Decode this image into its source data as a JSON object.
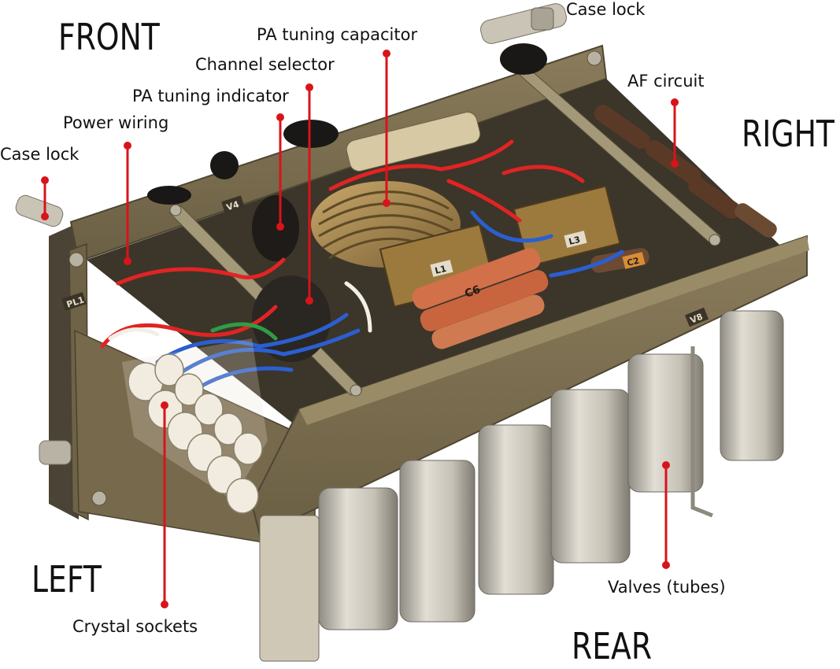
{
  "orientation_labels": {
    "front": "FRONT",
    "right": "RIGHT",
    "left": "LEFT",
    "rear": "REAR"
  },
  "callouts": {
    "case_lock_top": "Case lock",
    "case_lock_left": "Case lock",
    "pa_tuning_capacitor": "PA tuning capacitor",
    "channel_selector": "Channel selector",
    "pa_tuning_indicator": "PA tuning indicator",
    "power_wiring": "Power wiring",
    "af_circuit": "AF circuit",
    "crystal_sockets": "Crystal sockets",
    "valves": "Valves (tubes)"
  },
  "component_markings": {
    "pl1": "PL1",
    "v4": "V4",
    "v8": "V8",
    "l1": "L1",
    "l3": "L3",
    "c6": "C6",
    "c2": "C2"
  },
  "colors": {
    "leader_line": "#d8141b",
    "chassis": "#7d6f50",
    "text": "#111111"
  },
  "icons": {
    "callout_marker": "red-dot"
  }
}
